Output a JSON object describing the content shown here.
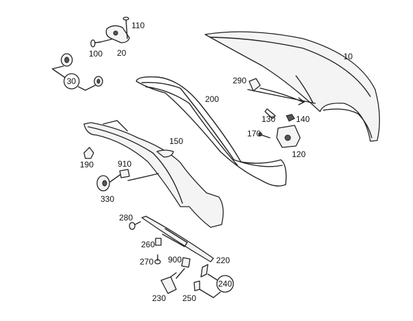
{
  "diagram": {
    "title": "Trunk lid parts diagram",
    "labels": {
      "p10": "10",
      "p20": "20",
      "p30": "30",
      "p100": "100",
      "p110": "110",
      "p120": "120",
      "p130": "130",
      "p140": "140",
      "p150": "150",
      "p170": "170",
      "p190": "190",
      "p200": "200",
      "p220": "220",
      "p230": "230",
      "p240": "240",
      "p250": "250",
      "p260": "260",
      "p270": "270",
      "p280": "280",
      "p290": "290",
      "p330": "330",
      "p900": "900",
      "p910": "910"
    }
  }
}
